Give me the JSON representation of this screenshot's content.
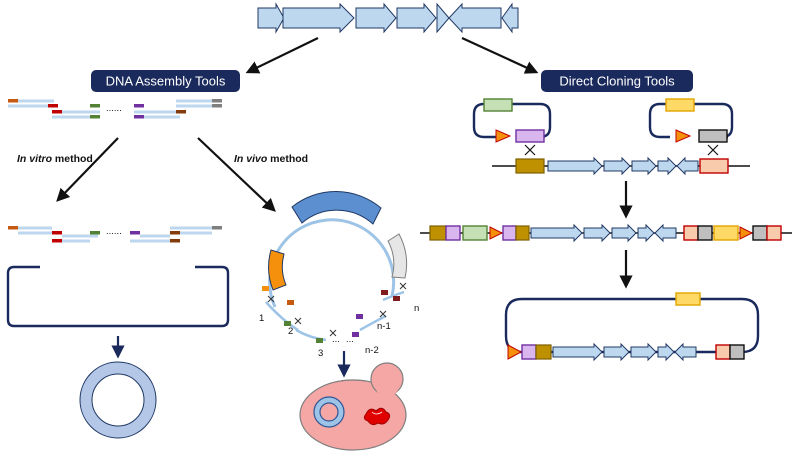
{
  "colors": {
    "gene_fill": "#bdd7ee",
    "gene_stroke": "#1f3864",
    "pill_fill": "#1a2a5c",
    "vector_line": "#1a2a5c",
    "cell_fill": "#f4a7a5",
    "assembled_plasmid": "#b4c7e7"
  },
  "header": {
    "dna_assembly": "DNA Assembly Tools",
    "direct_cloning": "Direct Cloning Tools"
  },
  "methods": {
    "in_vitro_em": "In vitro",
    "in_vitro_rest": " method",
    "in_vivo_em": "In vivo",
    "in_vivo_rest": " method"
  },
  "ellipsis": "......",
  "fragment_labels": {
    "one": "1",
    "two": "2",
    "three": "3",
    "n": "n",
    "n_minus_1": "n-1",
    "n_minus_2": "n-2",
    "dots_a": "...",
    "dots_b": "..."
  },
  "icons": {
    "gene_arrow": "gene-arrow-icon",
    "crossover": "crossover-x-icon",
    "promoter": "promoter-triangle-icon",
    "yeast": "yeast-cell-icon"
  }
}
